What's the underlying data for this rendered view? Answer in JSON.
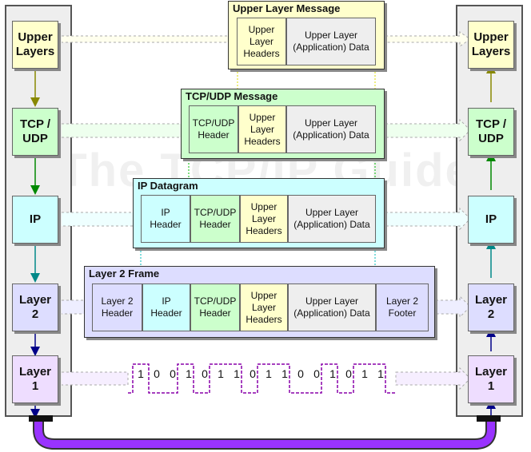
{
  "watermark": "The TCP/IP Guide",
  "left_stack": {
    "upper": "Upper\nLayers",
    "tcp": "TCP /\nUDP",
    "ip": "IP",
    "l2": "Layer\n2",
    "l1": "Layer\n1"
  },
  "right_stack": {
    "upper": "Upper\nLayers",
    "tcp": "TCP /\nUDP",
    "ip": "IP",
    "l2": "Layer\n2",
    "l1": "Layer\n1"
  },
  "frames": {
    "upper_message": {
      "title": "Upper Layer Message",
      "headers": "Upper\nLayer\nHeaders",
      "data": "Upper Layer\n(Application) Data"
    },
    "tcp_message": {
      "title": "TCP/UDP Message",
      "tcp_header": "TCP/UDP\nHeader",
      "headers": "Upper\nLayer\nHeaders",
      "data": "Upper Layer\n(Application) Data"
    },
    "ip_datagram": {
      "title": "IP Datagram",
      "ip_header": "IP\nHeader",
      "tcp_header": "TCP/UDP\nHeader",
      "headers": "Upper\nLayer\nHeaders",
      "data": "Upper Layer\n(Application) Data"
    },
    "l2_frame": {
      "title": "Layer 2 Frame",
      "l2_header": "Layer 2\nHeader",
      "ip_header": "IP\nHeader",
      "tcp_header": "TCP/UDP\nHeader",
      "headers": "Upper\nLayer\nHeaders",
      "data": "Upper Layer\n(Application) Data",
      "l2_footer": "Layer 2\nFooter"
    }
  },
  "bits": [
    "1",
    "0",
    "0",
    "1",
    "0",
    "1",
    "1",
    "0",
    "1",
    "1",
    "0",
    "0",
    "1",
    "0",
    "1",
    "1"
  ],
  "colors": {
    "upper": "#ffffcc",
    "tcp": "#ccffcc",
    "ip": "#ccffff",
    "l2": "#ddddff",
    "l1": "#eeddff",
    "data": "#eeeeee",
    "cable": "#9933ff"
  }
}
